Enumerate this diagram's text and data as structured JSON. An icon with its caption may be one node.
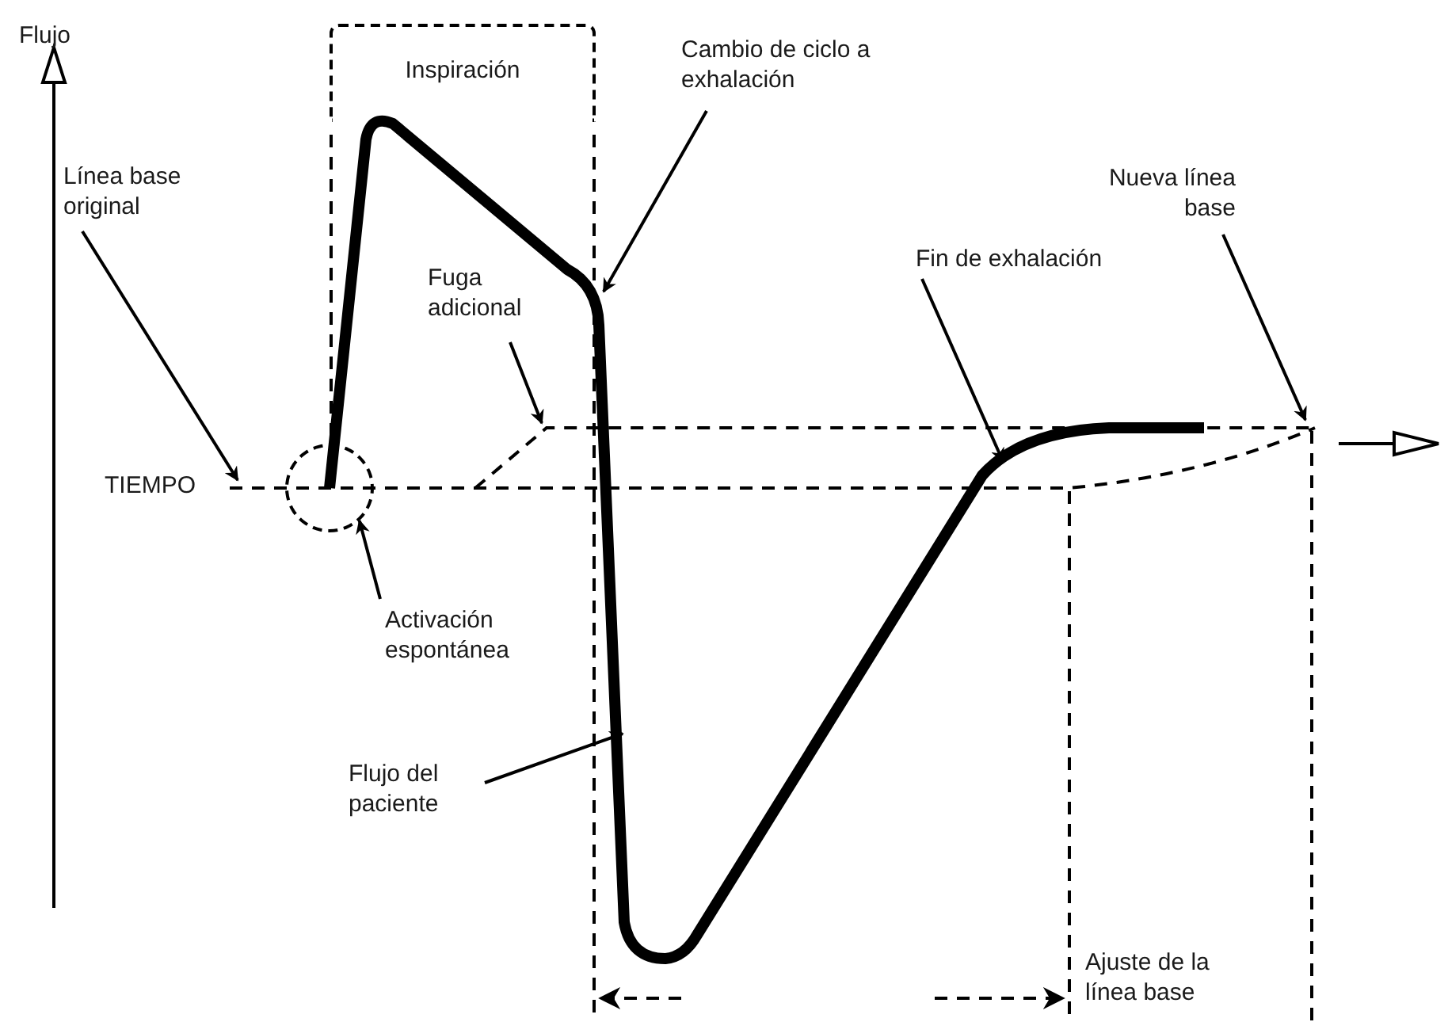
{
  "diagram": {
    "nodes": [
      {
        "text": [
          "Inspiración"
        ]
      },
      {
        "text": [
          "Cambio de ciclo a exhalación"
        ]
      },
      {
        "text": [
          "Línea base original"
        ]
      },
      {
        "text": [
          "Fuga adicional"
        ]
      },
      {
        "text": [
          "Nueva línea base"
        ]
      },
      {
        "text": [
          "Fin de exhalación"
        ]
      },
      {
        "text": [],
        "shape": "circle"
      },
      {
        "text": [
          "Activación espontánea"
        ]
      },
      {
        "text": [
          "Flujo del paciente"
        ]
      }
    ],
    "edges": [
      {
        "from": 1,
        "to": null,
        "arrow": "to"
      },
      {
        "from": 2,
        "to": null,
        "arrow": "to"
      },
      {
        "from": 3,
        "to": null,
        "arrow": "to"
      },
      {
        "from": 4,
        "to": null,
        "arrow": "to"
      },
      {
        "from": 5,
        "to": null,
        "arrow": "to"
      },
      {
        "from": 7,
        "to": 6,
        "arrow": "to"
      },
      {
        "from": 8,
        "to": null,
        "arrow": "to"
      }
    ],
    "labels": [
      "Flujo",
      "TIEMPO",
      "Ajuste de la línea base"
    ]
  }
}
